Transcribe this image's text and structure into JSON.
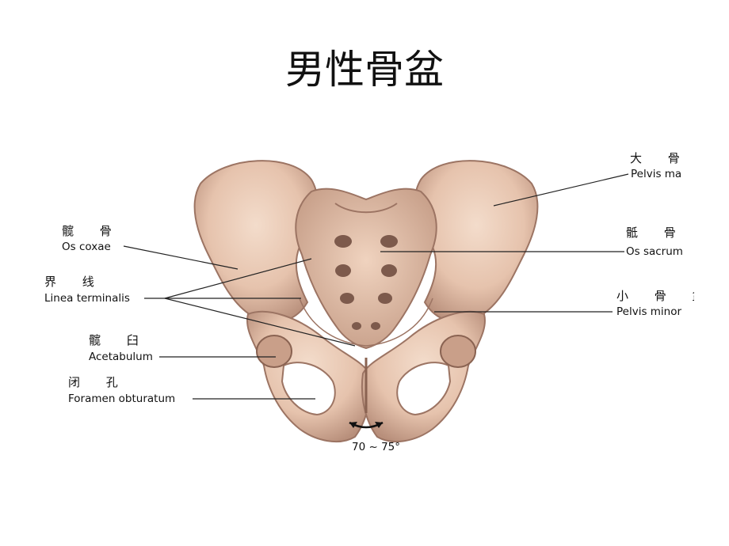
{
  "title": "男性骨盆",
  "labels": {
    "pelvis_major_cn": "大 骨 盆",
    "pelvis_major_en": "Pelvis ma",
    "os_coxae_cn": "髋 骨",
    "os_coxae_en": "Os coxae",
    "os_sacrum_cn": "骶 骨",
    "os_sacrum_en": "Os sacrum",
    "linea_cn": "界 线",
    "linea_en": "Linea terminalis",
    "pelvis_minor_cn": "小 骨 盆",
    "pelvis_minor_en": "Pelvis minor",
    "acetabulum_cn": "髋 臼",
    "acetabulum_en": "Acetabulum",
    "foramen_cn": "闭 孔",
    "foramen_en": "Foramen obturatum",
    "angle": "70 ~ 75°"
  },
  "colors": {
    "bone": "#e8c9b4",
    "bone_shadow": "#b78f7b",
    "bone_dark": "#7d5a4c",
    "line": "#222222"
  }
}
